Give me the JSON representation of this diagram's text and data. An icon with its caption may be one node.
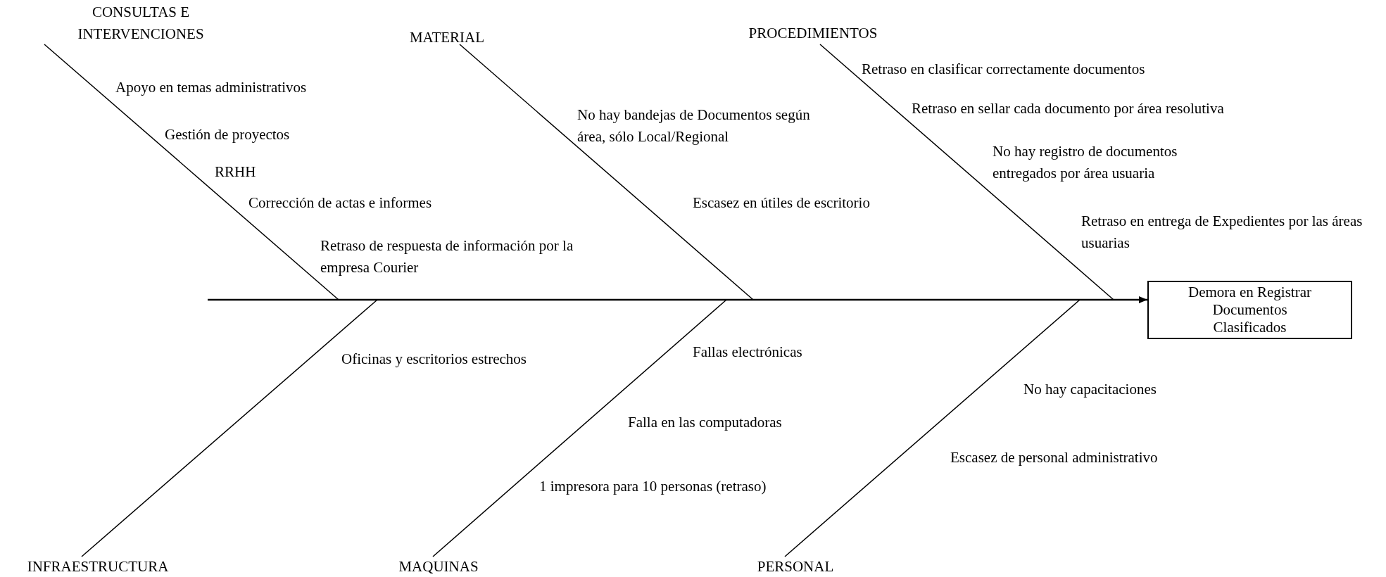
{
  "diagram": {
    "nodes": [
      {
        "text": [
          "CONSULTAS E INTERVENCIONES"
        ]
      },
      {
        "text": [
          "MATERIAL"
        ]
      },
      {
        "text": [
          "PROCEDIMIENTOS"
        ]
      },
      {
        "text": [
          "Demora en Registrar Documentos Clasificados"
        ]
      },
      {
        "text": [
          "INFRAESTRUCTURA"
        ]
      },
      {
        "text": [
          "MAQUINAS"
        ]
      },
      {
        "text": [
          "PERSONAL"
        ]
      }
    ],
    "edges": [
      {
        "from": 0,
        "to": null,
        "arrow": "none"
      },
      {
        "from": 1,
        "to": null,
        "arrow": "none"
      },
      {
        "from": 2,
        "to": null,
        "arrow": "none"
      },
      {
        "from": null,
        "to": 3,
        "arrow": "to"
      },
      {
        "from": 4,
        "to": null,
        "arrow": "none"
      },
      {
        "from": 5,
        "to": null,
        "arrow": "none"
      },
      {
        "from": 6,
        "to": null,
        "arrow": "none"
      }
    ],
    "labels": [
      "Retraso en clasificar correctamente documentos",
      "Apoyo en temas administrativos",
      "Retraso en sellar cada documento por área resolutiva",
      "No hay bandejas de Documentos según área, sólo Local/Regional",
      "Gestión de proyectos",
      "No hay registro de documentos entregados por área usuaria",
      "RRHH",
      "Corrección de actas e informes",
      "Escasez en útiles de escritorio",
      "Retraso en entrega de Expedientes por las áreas usuarias",
      "Retraso de respuesta de información por la empresa Courier",
      "Fallas electrónicas",
      "Oficinas y escritorios estrechos",
      "No hay capacitaciones",
      "Falla en las computadoras",
      "Escasez de personal administrativo",
      "1 impresora para 10 personas (retraso)"
    ]
  }
}
